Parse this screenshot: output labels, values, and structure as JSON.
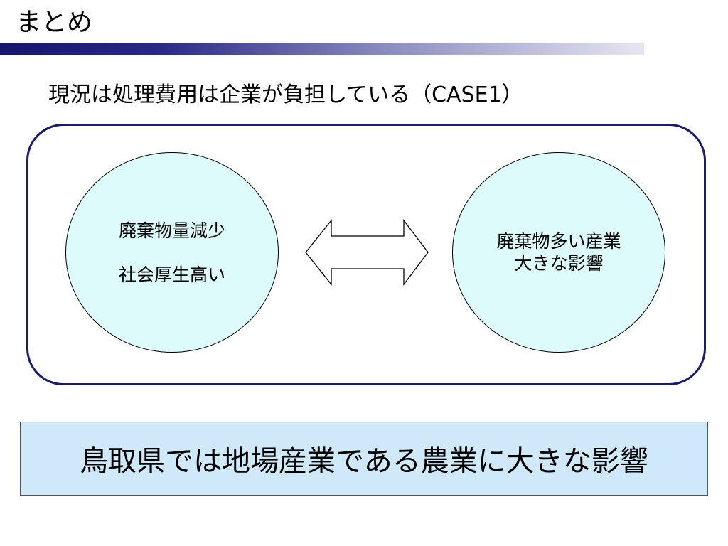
{
  "slide": {
    "title": "まとめ",
    "subtitle": "現況は処理費用は企業が負担している（CASE1）"
  },
  "diagram": {
    "left_circle": {
      "line1": "廃棄物量減少",
      "line2": "社会厚生高い"
    },
    "right_circle": {
      "line1": "廃棄物多い産業",
      "line2": "大きな影響"
    }
  },
  "conclusion": {
    "text": "鳥取県では地場産業である農業に大きな影響"
  },
  "colors": {
    "frame_border": "#1a1a6e",
    "circle_fill": "#ddfbfb",
    "conclusion_fill": "#cfe8fa",
    "title_bar_dark": "#15156e"
  }
}
